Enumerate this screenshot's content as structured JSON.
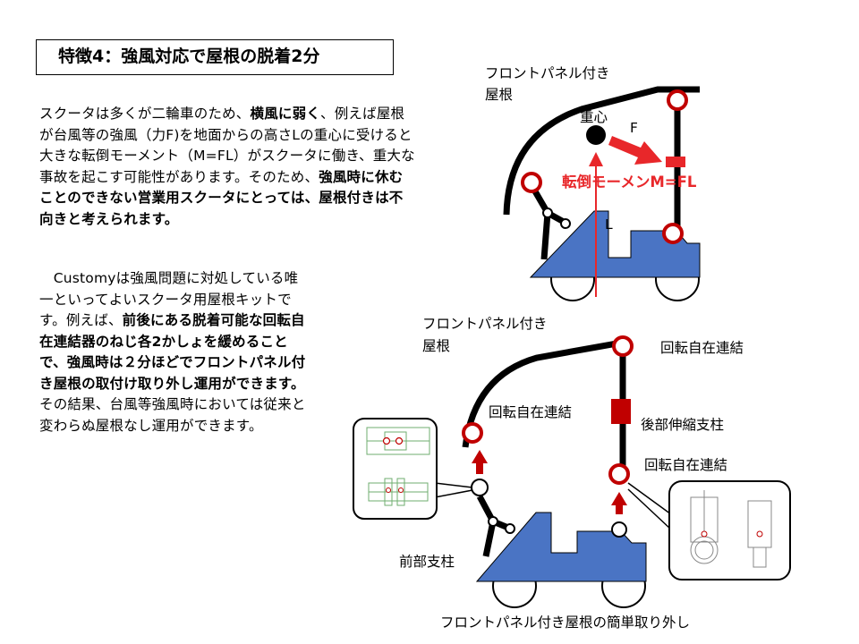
{
  "title": "特徴4：強風対応で屋根の脱着2分",
  "para1": [
    {
      "t": "スクータは多くが二輪車のため、",
      "b": false
    },
    {
      "t": "横風に弱く",
      "b": true
    },
    {
      "t": "、例えば屋根が台風等の強風（力F)を地面からの高さLの重心に受けると大きな転倒モーメント（M=FL）がスクータに働き、重大な事故を起こす可能性があります。そのため、",
      "b": false
    },
    {
      "t": "強風時に休むことのできない営業用スクータにとっては、屋根付きは不向きと考えられます。",
      "b": true
    }
  ],
  "para2": [
    {
      "t": "　Customyは強風問題に対処している唯一といってよいスクータ用屋根キットです。例えば、",
      "b": false
    },
    {
      "t": "前後にある脱着可能な回転自在連結器のねじ各2かしょを緩めることで、強風時は２分ほどでフロントパネル付き屋根の取付け取り外し運用ができます。",
      "b": true
    },
    {
      "t": "その結果、台風等強風時においては従来と変わらぬ屋根なし運用ができます。",
      "b": false
    }
  ],
  "top_diagram": {
    "roof_label_1": "フロントパネル付き",
    "roof_label_2": "屋根",
    "cog_label": "重心",
    "force_label": "F",
    "moment_label": "転倒モーメン",
    "moment_formula": "M=FL",
    "height_label": "L"
  },
  "bottom_diagram": {
    "roof_label_1": "フロントパネル付き",
    "roof_label_2": "屋根",
    "joint_top_right": "回転自在連結",
    "joint_front": "回転自在連結",
    "rear_strut": "後部伸縮支柱",
    "joint_rear_lower": "回転自在連結",
    "front_strut": "前部支柱",
    "caption": "フロントパネル付き屋根の簡単取り外し"
  },
  "colors": {
    "body_blue": "#4a74c4",
    "accent_red": "#e8272a",
    "joint_red": "#c00000"
  }
}
